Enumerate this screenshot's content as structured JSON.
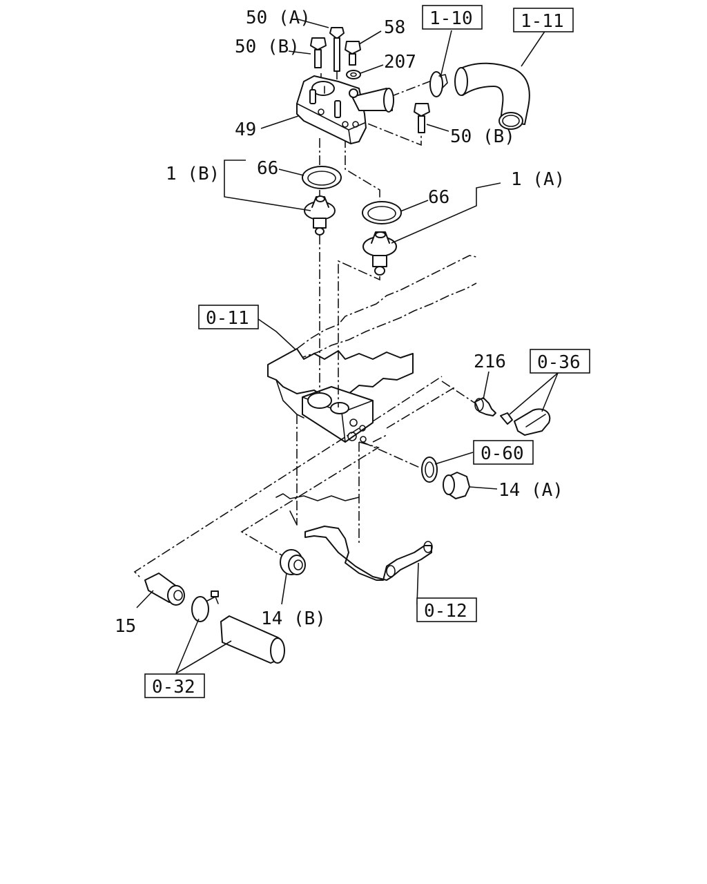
{
  "labels": {
    "p50a_top": "50 (A)",
    "p50b_left": "50 (B)",
    "p58": "58",
    "p207": "207",
    "p49": "49",
    "p50b_right": "50 (B)",
    "p1b": "1 (B)",
    "p66_left": "66",
    "p66_right": "66",
    "p1a": "1 (A)",
    "p216": "216",
    "p14a": "14 (A)",
    "p15": "15",
    "p14b": "14 (B)"
  },
  "refs": {
    "r1_10": "1-10",
    "r1_11": "1-11",
    "r0_11": "0-11",
    "r0_36": "0-36",
    "r0_60": "0-60",
    "r0_12": "0-12",
    "r0_32": "0-32"
  }
}
